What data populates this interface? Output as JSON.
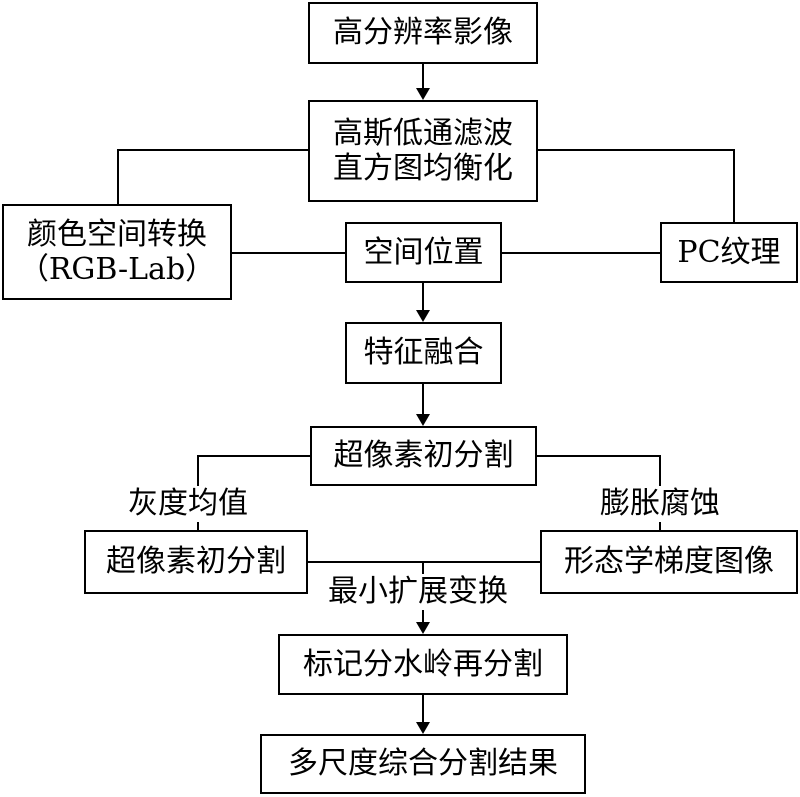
{
  "nodes": {
    "source_image": "高分辨率影像",
    "preprocess_line1": "高斯低通滤波",
    "preprocess_line2": "直方图均衡化",
    "color_space_line1": "颜色空间转换",
    "color_space_line2": "（RGB-Lab）",
    "spatial_position": "空间位置",
    "pc_texture": "PC纹理",
    "feature_fusion": "特征融合",
    "superpixel_top": "超像素初分割",
    "superpixel_left": "超像素初分割",
    "morph_gradient": "形态学梯度图像",
    "watershed": "标记分水岭再分割",
    "result": "多尺度综合分割结果"
  },
  "edge_labels": {
    "gray_mean": "灰度均值",
    "dilate_erode": "膨胀腐蚀",
    "min_expand": "最小扩展变换"
  }
}
